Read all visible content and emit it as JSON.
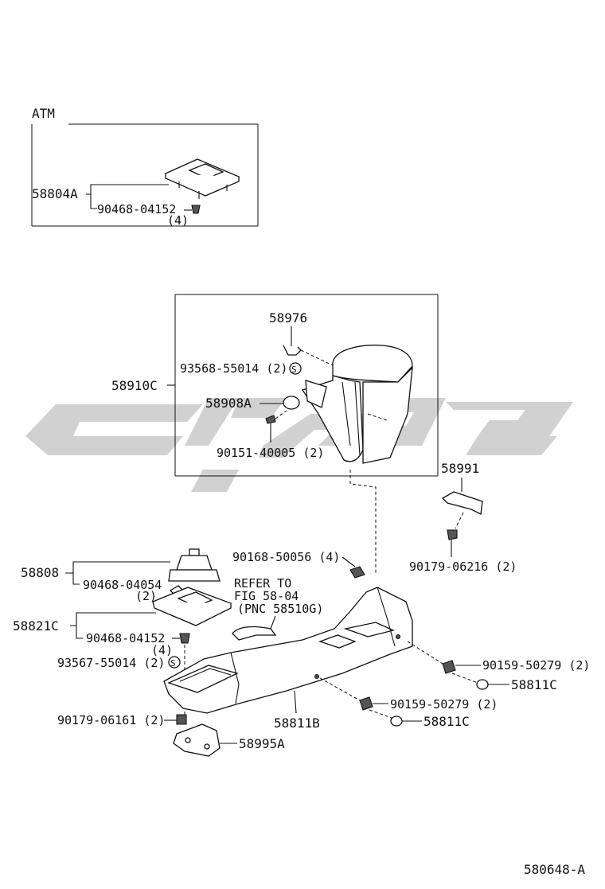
{
  "atm_box": {
    "title": "ATM",
    "part_plate": "58804A",
    "part_screw": "90468-04152",
    "qty_screw": "(4)"
  },
  "console_box": {
    "assy": "58910C",
    "part_hinge": "58976",
    "part_clip": "93568-55014 (2)",
    "part_lock": "58908A",
    "part_screw": "90151-40005 (2)",
    "marker": "S"
  },
  "parts": {
    "bracket": "58991",
    "bracket_screw": "90179-06216 (2)",
    "bolt_front": "90168-50056 (4)",
    "boot": "58808",
    "boot_screw": "90468-04054",
    "boot_qty": "(2)",
    "refer_line1": "REFER TO",
    "refer_line2": "FIG 58-04",
    "refer_line3": "(PNC 58510G)",
    "shift_plate": "58821C",
    "plate_screw": "90468-04152",
    "plate_qty": "(4)",
    "plate_clip": "93567-55014 (2)",
    "marker": "S",
    "console_screw_a": "90159-50279 (2)",
    "cap_a": "58811C",
    "console_screw_b": "90159-50279 (2)",
    "cap_b": "58811C",
    "console_body": "58811B",
    "nut_bottom": "90179-06161 (2)",
    "rear_bracket": "58995A"
  },
  "figure_id": "580648-A",
  "colors": {
    "ink": "#111111",
    "watermark": "#c8c8c8"
  }
}
